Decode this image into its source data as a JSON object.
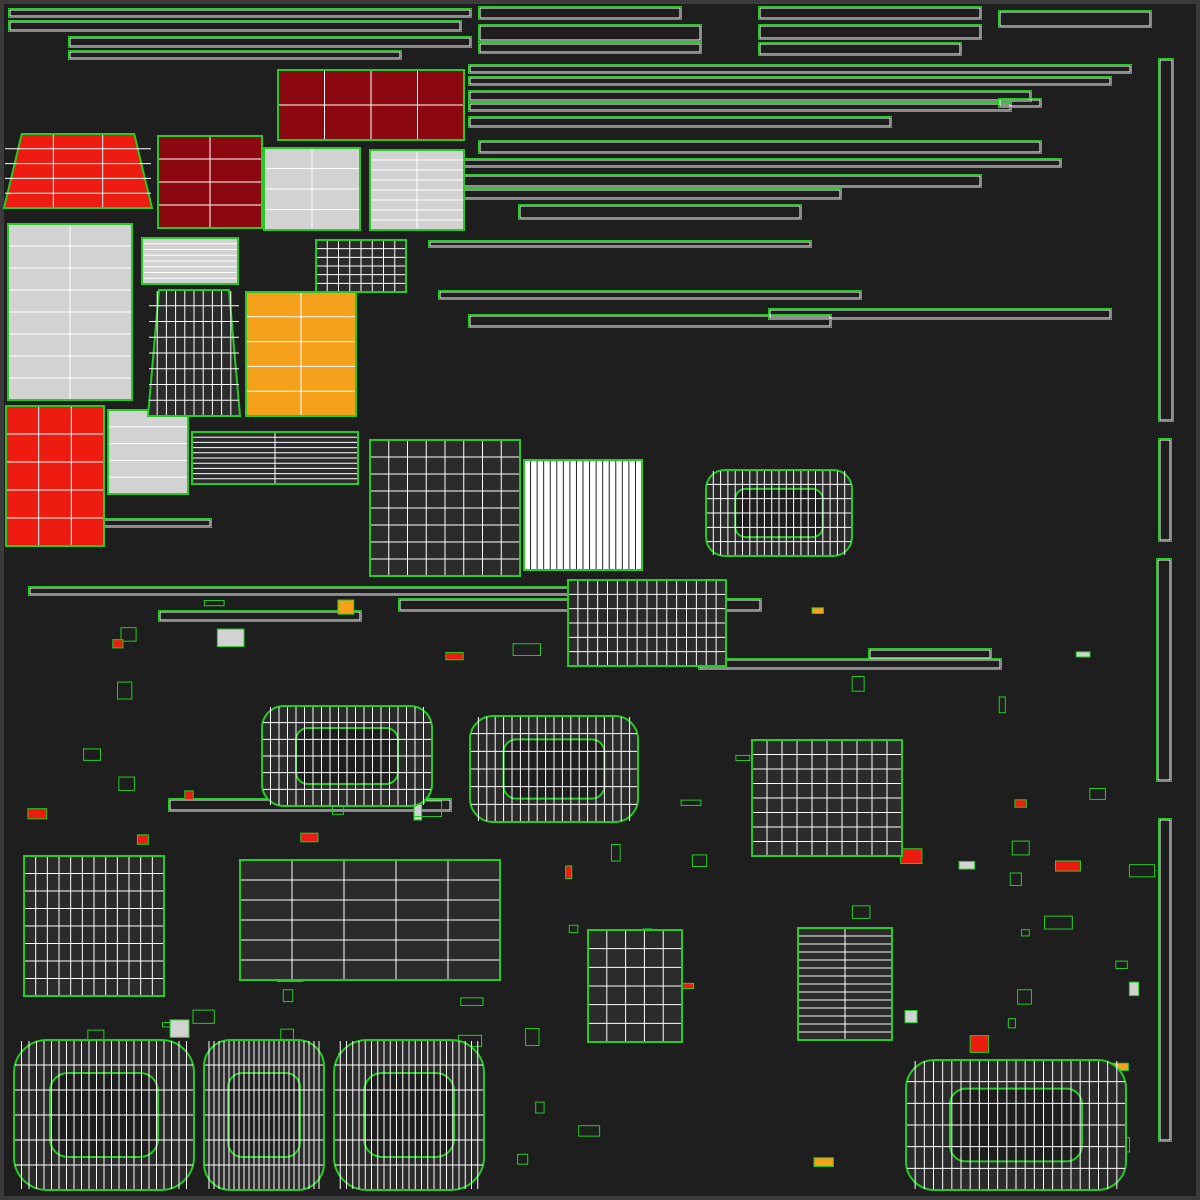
{
  "uv_map": {
    "background_color": "#1e1e1e",
    "border_color": "#3b3b3b",
    "wire_color": "#ffffff",
    "seam_color": "#22cc22",
    "fill_colors": {
      "red": "#ee1c10",
      "dark_red": "#8c0810",
      "light_gray": "#d2d2d2",
      "orange": "#f5a11c",
      "dark_gray": "#2b2b2b",
      "white": "#ffffff"
    },
    "islands": [
      {
        "fill": "dark_red",
        "shape": "rect",
        "cols": 4,
        "rows": 2
      },
      {
        "fill": "red",
        "shape": "trapezoid",
        "cols": 3,
        "rows": 5
      },
      {
        "fill": "dark_red",
        "shape": "rect",
        "cols": 2,
        "rows": 4
      },
      {
        "fill": "light_gray",
        "shape": "rect",
        "cols": 2,
        "rows": 4
      },
      {
        "fill": "light_gray",
        "shape": "rect",
        "cols": 2,
        "rows": 8
      },
      {
        "fill": "light_gray",
        "shape": "rect",
        "cols": 2,
        "rows": 8
      },
      {
        "fill": "light_gray",
        "shape": "rect",
        "cols": 1,
        "rows": 8
      },
      {
        "fill": "dark_gray",
        "shape": "rect",
        "cols": 8,
        "rows": 6
      },
      {
        "fill": "red",
        "shape": "rect",
        "cols": 3,
        "rows": 5
      },
      {
        "fill": "orange",
        "shape": "rect",
        "cols": 2,
        "rows": 5
      },
      {
        "fill": "light_gray",
        "shape": "rect",
        "cols": 1,
        "rows": 5
      },
      {
        "fill": "dark_gray",
        "shape": "rect",
        "cols": 2,
        "rows": 10
      },
      {
        "fill": "dark_gray",
        "shape": "trapezoid",
        "cols": 10,
        "rows": 8
      },
      {
        "fill": "dark_gray",
        "shape": "rect",
        "cols": 8,
        "rows": 8
      },
      {
        "fill": "white",
        "shape": "rect",
        "cols": 18,
        "rows": 1
      },
      {
        "fill": "dark_gray",
        "shape": "rect",
        "cols": 16,
        "rows": 6
      },
      {
        "fill": "dark_gray",
        "shape": "ring",
        "cols": 20,
        "rows": 6
      },
      {
        "fill": "dark_gray",
        "shape": "ring",
        "cols": 20,
        "rows": 6
      },
      {
        "fill": "dark_gray",
        "shape": "ring",
        "cols": 20,
        "rows": 6
      },
      {
        "fill": "dark_gray",
        "shape": "rect",
        "cols": 10,
        "rows": 8
      },
      {
        "fill": "dark_gray",
        "shape": "rect",
        "cols": 12,
        "rows": 8
      },
      {
        "fill": "dark_gray",
        "shape": "rect",
        "cols": 5,
        "rows": 6
      },
      {
        "fill": "dark_gray",
        "shape": "rect",
        "cols": 5,
        "rows": 6
      },
      {
        "fill": "dark_gray",
        "shape": "rect",
        "cols": 2,
        "rows": 14
      },
      {
        "fill": "dark_gray",
        "shape": "ring",
        "cols": 24,
        "rows": 6
      },
      {
        "fill": "dark_gray",
        "shape": "ring",
        "cols": 24,
        "rows": 6
      },
      {
        "fill": "dark_gray",
        "shape": "ring",
        "cols": 24,
        "rows": 6
      },
      {
        "fill": "dark_gray",
        "shape": "ring",
        "cols": 24,
        "rows": 6
      }
    ]
  }
}
